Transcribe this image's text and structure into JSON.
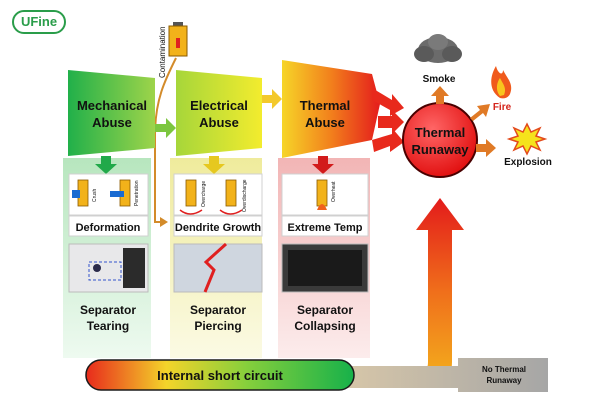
{
  "brand": {
    "logo_text": "UFine"
  },
  "top": {
    "contamination": "Contamination"
  },
  "abuse": {
    "mechanical": [
      "Mechanical",
      "Abuse"
    ],
    "electrical": [
      "Electrical",
      "Abuse"
    ],
    "thermal": [
      "Thermal",
      "Abuse"
    ]
  },
  "runaway": [
    "Thermal",
    "Runaway"
  ],
  "outcomes": {
    "smoke": "Smoke",
    "fire": "Fire",
    "explosion": "Explosion"
  },
  "icons": {
    "crush": "Crush",
    "penetration": "Penetration",
    "overcharge": "Overcharge",
    "overdischarge": "Overdischarge",
    "overheat": "Overheat"
  },
  "mid_labels": {
    "deformation": "Deformation",
    "dendrite": "Dendrite Growth",
    "extreme_temp": "Extreme Temp"
  },
  "separators": {
    "tearing": [
      "Separator",
      "Tearing"
    ],
    "piercing": [
      "Separator",
      "Piercing"
    ],
    "collapsing": [
      "Separator",
      "Collapsing"
    ]
  },
  "bottom": {
    "internal_short": "Internal short circuit",
    "no_runaway": [
      "No Thermal",
      "Runaway"
    ]
  },
  "colors": {
    "green": "#1fb84a",
    "yellow": "#f3e82a",
    "orange": "#f19a1c",
    "red": "#e31b1b",
    "column_green": "#c9efcf",
    "column_yellow": "#f7f5b8",
    "column_red": "#f5c8c8"
  }
}
